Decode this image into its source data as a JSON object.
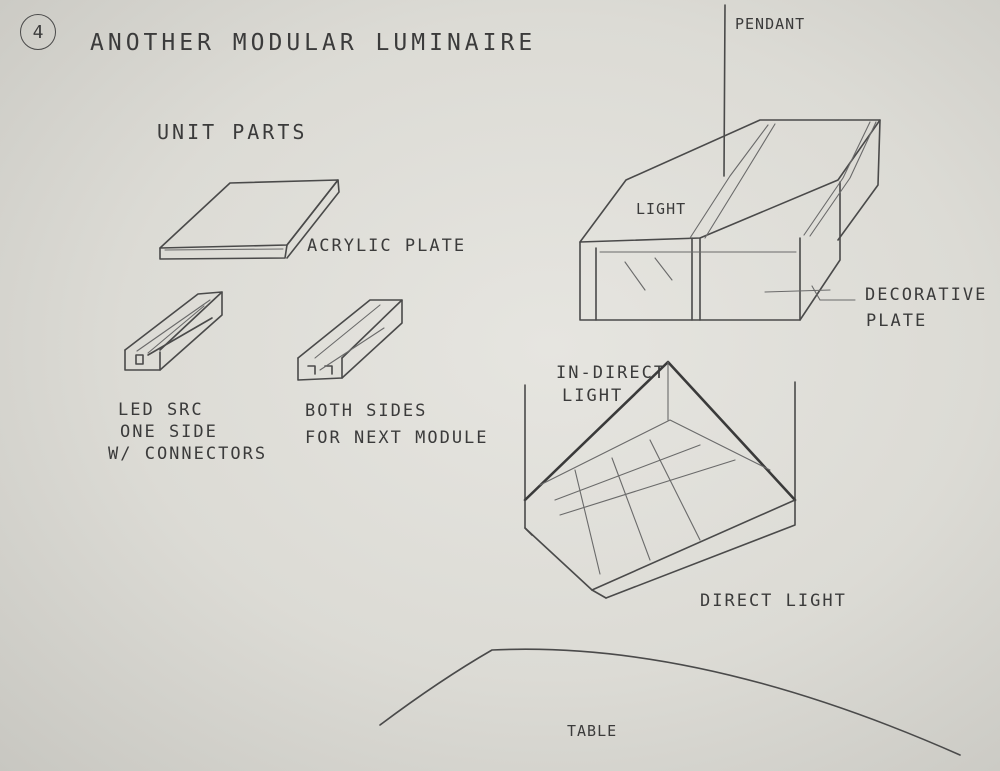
{
  "sketch": {
    "page_number": "4",
    "title": "ANOTHER MODULAR LUMINAIRE",
    "section": "UNIT PARTS"
  },
  "labels": {
    "acrylic_plate": "ACRYLIC PLATE",
    "led_src_line1": "LED SRC",
    "led_src_line2": "ONE SIDE",
    "led_src_line3": "W/ CONNECTORS",
    "both_sides_line1": "BOTH SIDES",
    "both_sides_line2": "FOR NEXT MODULE",
    "pendant": "PENDANT",
    "light": "LIGHT",
    "decorative_line1": "DECORATIVE",
    "decorative_line2": "PLATE",
    "indirect_line1": "IN-DIRECT",
    "indirect_line2": "LIGHT",
    "direct_light": "DIRECT LIGHT",
    "table": "TABLE"
  },
  "colors": {
    "paper": "#dcdbd5",
    "pencil": "#4a4a4a"
  }
}
